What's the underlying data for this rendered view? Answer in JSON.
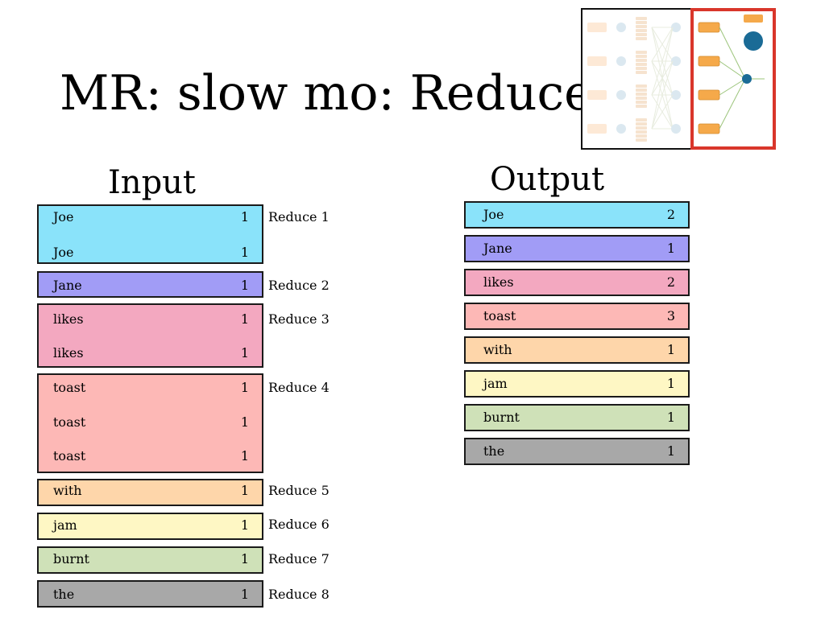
{
  "title": "MR: slow mo: Reduce",
  "input": {
    "heading": "Input",
    "groups": [
      {
        "color": "#8ae3fa",
        "rows": [
          {
            "word": "Joe",
            "count": "1"
          },
          {
            "word": "Joe",
            "count": "1"
          }
        ],
        "label": "Reduce 1"
      },
      {
        "color": "#a19cf6",
        "rows": [
          {
            "word": "Jane",
            "count": "1"
          }
        ],
        "label": "Reduce 2"
      },
      {
        "color": "#f3a8c0",
        "rows": [
          {
            "word": "likes",
            "count": "1"
          },
          {
            "word": "likes",
            "count": "1"
          }
        ],
        "label": "Reduce 3"
      },
      {
        "color": "#fdb8b6",
        "rows": [
          {
            "word": "toast",
            "count": "1"
          },
          {
            "word": "toast",
            "count": "1"
          },
          {
            "word": "toast",
            "count": "1"
          }
        ],
        "label": "Reduce 4"
      },
      {
        "color": "#fed6aa",
        "rows": [
          {
            "word": "with",
            "count": "1"
          }
        ],
        "label": "Reduce 5"
      },
      {
        "color": "#fef7c4",
        "rows": [
          {
            "word": "jam",
            "count": "1"
          }
        ],
        "label": "Reduce 6"
      },
      {
        "color": "#cfe1b8",
        "rows": [
          {
            "word": "burnt",
            "count": "1"
          }
        ],
        "label": "Reduce 7"
      },
      {
        "color": "#a8a8a8",
        "rows": [
          {
            "word": "the",
            "count": "1"
          }
        ],
        "label": "Reduce 8"
      }
    ]
  },
  "output": {
    "heading": "Output",
    "rows": [
      {
        "word": "Joe",
        "count": "2",
        "color": "#8ae3fa"
      },
      {
        "word": "Jane",
        "count": "1",
        "color": "#a19cf6"
      },
      {
        "word": "likes",
        "count": "2",
        "color": "#f3a8c0"
      },
      {
        "word": "toast",
        "count": "3",
        "color": "#fdb8b6"
      },
      {
        "word": "with",
        "count": "1",
        "color": "#fed6aa"
      },
      {
        "word": "jam",
        "count": "1",
        "color": "#fef7c4"
      },
      {
        "word": "burnt",
        "count": "1",
        "color": "#cfe1b8"
      },
      {
        "word": "the",
        "count": "1",
        "color": "#a8a8a8"
      }
    ]
  },
  "thumbnail": {
    "highlight_color": "#d9362b",
    "node_color": "#f5a94a",
    "hub_color": "#1a6b96"
  }
}
